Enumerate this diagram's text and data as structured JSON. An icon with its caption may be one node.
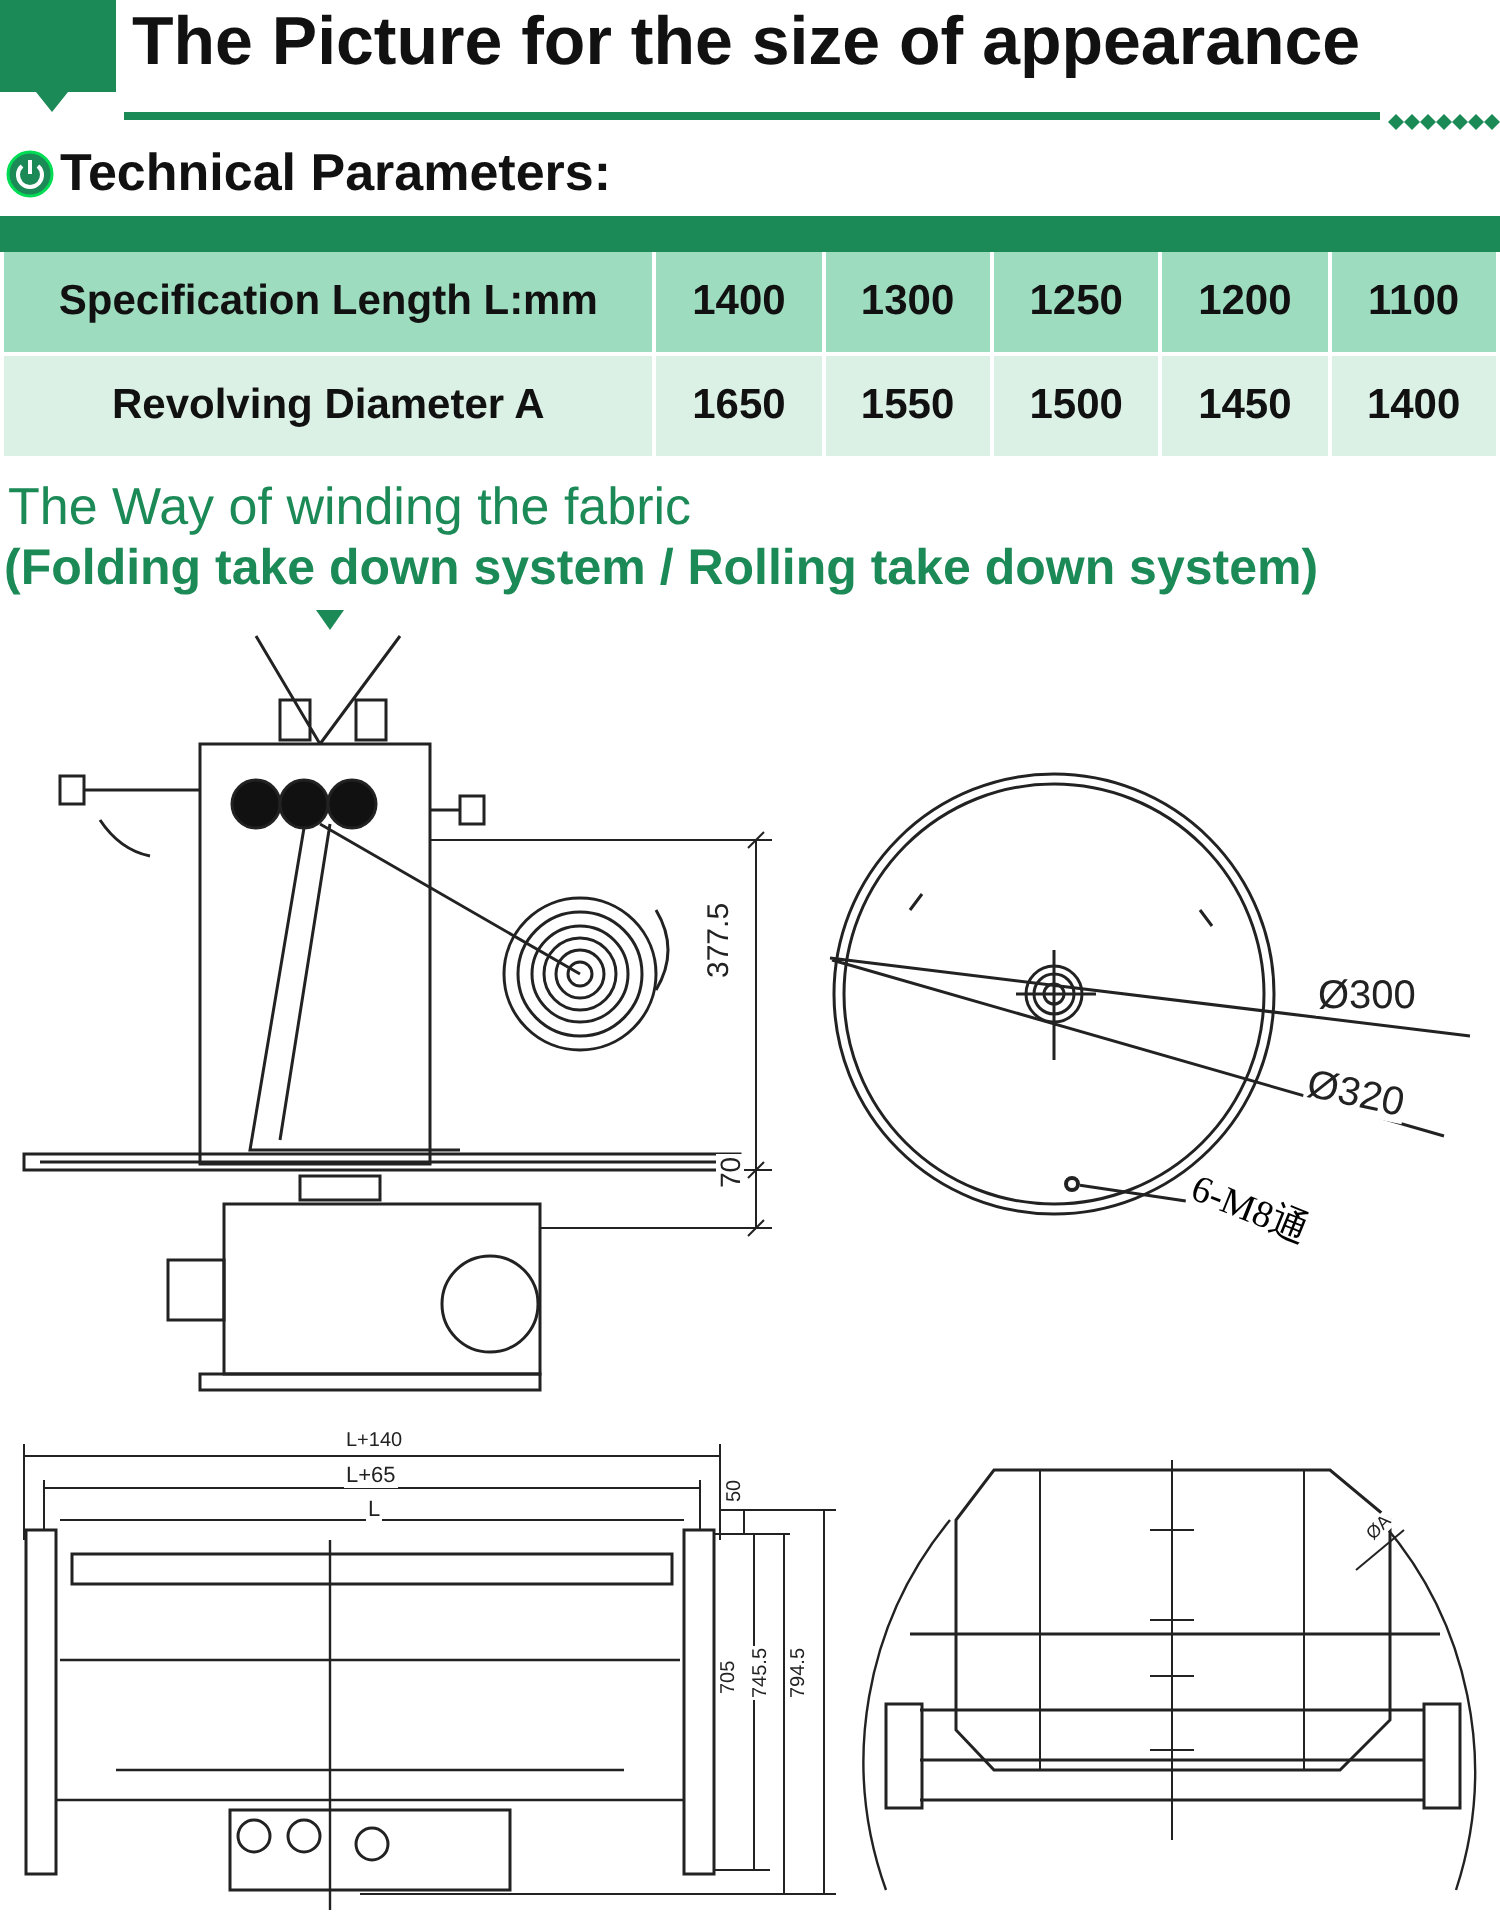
{
  "diagram": {
    "title": "The Picture for the size of appearance",
    "nodes": [
      {
        "text": [
          "6-M8通"
        ]
      },
      {
        "text": [],
        "shape": "circle"
      }
    ],
    "edges": [
      {
        "from": 0,
        "to": 1,
        "arrow": "none"
      }
    ],
    "labels": [
      "Technical Parameters:",
      "Specification Length L:mm",
      "1400",
      "1300",
      "1250",
      "1200",
      "1100",
      "Revolving Diameter A",
      "1650",
      "1550",
      "1500",
      "1450",
      "1400",
      "The Way of winding the fabric",
      "(Folding take down system / Rolling take down system)",
      "377.5",
      "70",
      "Ø300",
      "Ø320",
      "L+140",
      "L+65",
      "L",
      "50",
      "705",
      "745.5",
      "794.5",
      "ØA"
    ]
  }
}
